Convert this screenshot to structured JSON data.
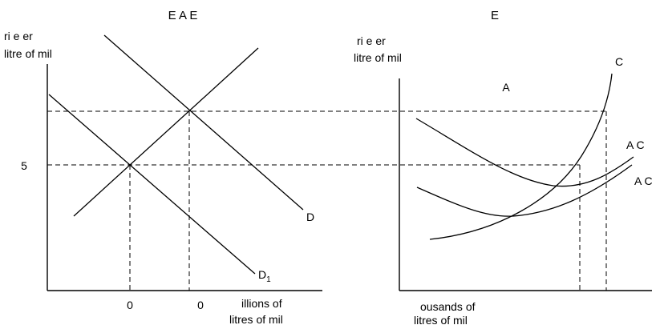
{
  "left_panel": {
    "title": "E A E",
    "y_label_line1": "ri e er",
    "y_label_line2": "litre of mil",
    "y_tick": "5",
    "x_tick_1": "0",
    "x_tick_2": "0",
    "x_label_line1": "illions of",
    "x_label_line2": "litres of mil",
    "curve_d": "D",
    "curve_d1": "D",
    "curve_d1_sub": "1"
  },
  "right_panel": {
    "title": "E",
    "y_label_line1": "ri e er",
    "y_label_line2": "litre of mil",
    "region_label": "A",
    "curve_mc": "C",
    "curve_atc": "A C",
    "curve_avc": "A C",
    "x_label_line1": "ousands of",
    "x_label_line2": "litres of mil"
  },
  "colors": {
    "ink": "#000000",
    "background": "#ffffff"
  }
}
